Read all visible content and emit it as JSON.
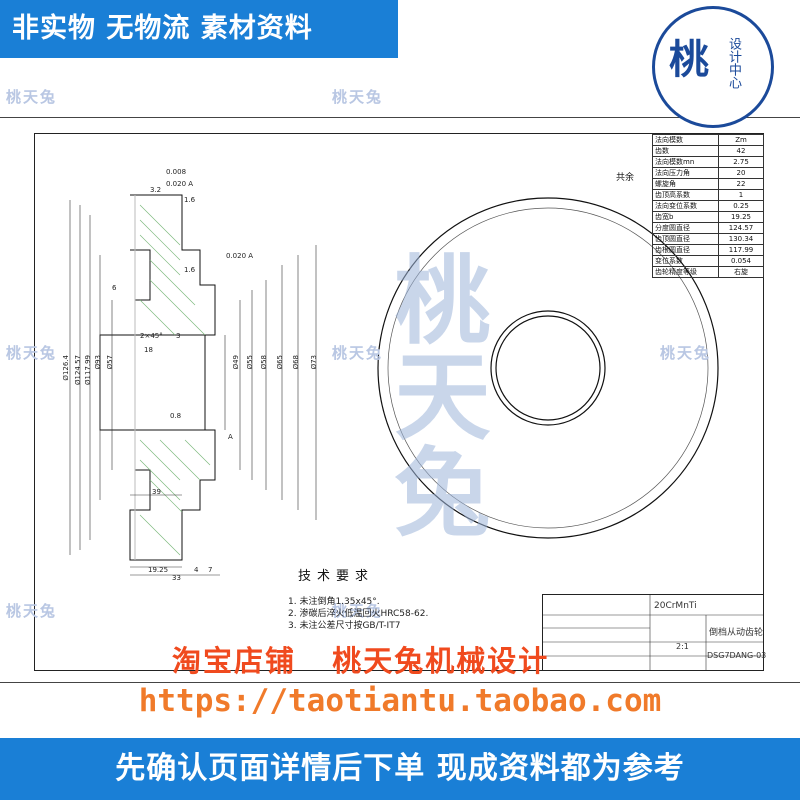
{
  "banners": {
    "top": "非实物 无物流 素材资料",
    "bottom": "先确认页面详情后下单 现成资料都为参考"
  },
  "logo": {
    "main": "桃",
    "sub": "设计中心"
  },
  "watermark": {
    "small": "桃天兔",
    "large": "桃天兔"
  },
  "shop": {
    "line": "淘宝店铺   桃天兔机械设计",
    "url": "https://taotiantu.taobao.com"
  },
  "drawing": {
    "quantity": "共余",
    "tolerances": [
      "0.008",
      "0.020",
      "0.020"
    ],
    "datum": "A",
    "roughness": [
      "3.2",
      "1.6",
      "1.6",
      "0.8"
    ],
    "chamfers": [
      "2×45°",
      "3",
      "6",
      "18"
    ],
    "dims_vertical": [
      "Ø126.4",
      "Ø124.57",
      "Ø117.99",
      "Ø93",
      "Ø57",
      "Ø49",
      "Ø55",
      "Ø58",
      "Ø65",
      "Ø68",
      "Ø73"
    ],
    "dims_bottom": [
      "39",
      "19.25",
      "33",
      "4",
      "7"
    ]
  },
  "params": [
    [
      "法向模数",
      "Zm"
    ],
    [
      "齿数",
      "42"
    ],
    [
      "法向模数mn",
      "2.75"
    ],
    [
      "法向压力角",
      "20"
    ],
    [
      "螺旋角",
      "22"
    ],
    [
      "齿顶高系数",
      "1"
    ],
    [
      "法向变位系数",
      "0.25"
    ],
    [
      "齿宽b",
      "19.25"
    ],
    [
      "分度圆直径",
      "124.57"
    ],
    [
      "齿顶圆直径",
      "130.34"
    ],
    [
      "齿根圆直径",
      "117.99"
    ],
    [
      "变位系数",
      "0.054"
    ],
    [
      "齿轮精度等级",
      "右旋"
    ]
  ],
  "tech": {
    "title": "技术要求",
    "items": [
      "1. 未注倒角1.35x45°.",
      "2. 渗碳后淬火低温回火HRC58-62.",
      "3. 未注公差尺寸按GB/T-IT7"
    ]
  },
  "title_block": {
    "material": "20CrMnTi",
    "name": "倒档从动齿轮",
    "code": "DSG7DANG-03",
    "scale": "2:1"
  }
}
